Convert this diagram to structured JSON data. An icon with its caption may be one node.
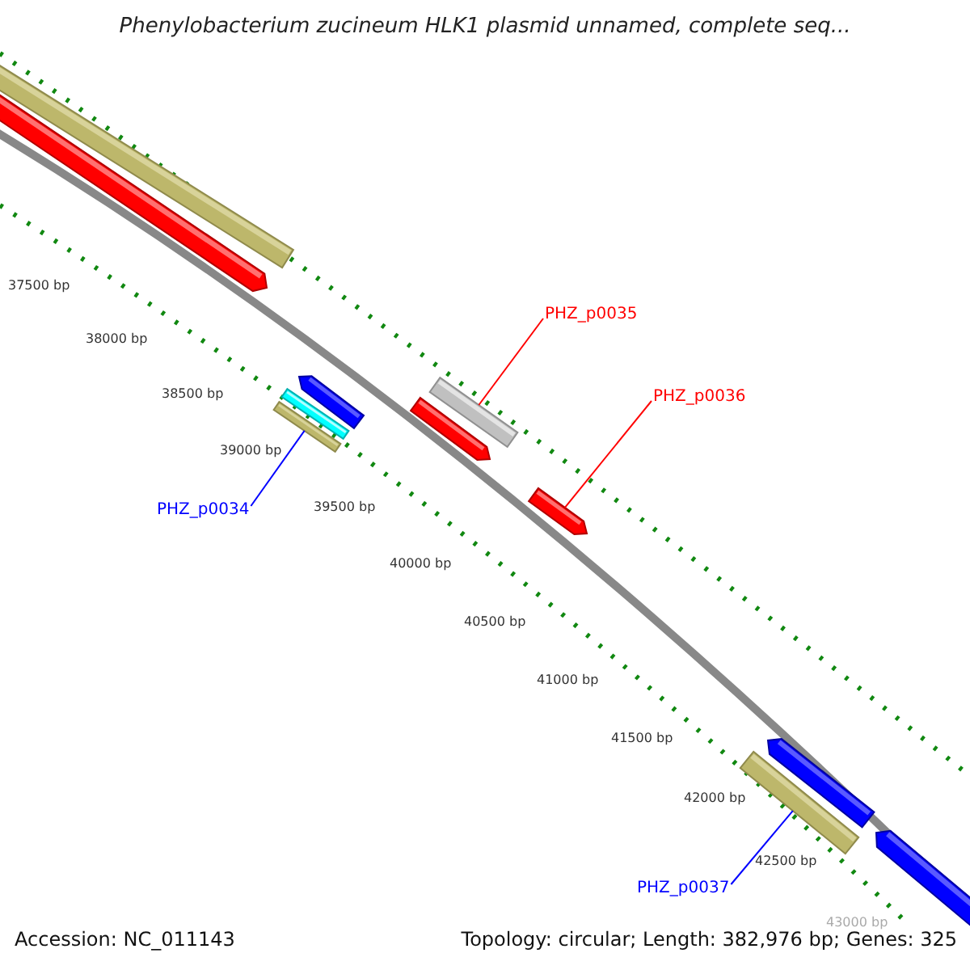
{
  "diagram": {
    "title": "Phenylobacterium zucineum HLK1 plasmid unnamed, complete seq...",
    "nodes": [
      {
        "text": [
          "PHZ_p0035"
        ]
      },
      {
        "text": [],
        "shape": "bar"
      },
      {
        "text": [
          "PHZ_p0036"
        ]
      },
      {
        "text": [],
        "shape": "bar"
      },
      {
        "text": [
          "PHZ_p0034"
        ]
      },
      {
        "text": [],
        "shape": "bar"
      },
      {
        "text": [
          "PHZ_p0037"
        ]
      },
      {
        "text": [],
        "shape": "bar"
      }
    ],
    "edges": [
      {
        "from": 0,
        "to": 1,
        "arrow": "none",
        "color": "#ff0000"
      },
      {
        "from": 2,
        "to": 3,
        "arrow": "none",
        "color": "#ff0000"
      },
      {
        "from": 4,
        "to": 5,
        "arrow": "none",
        "color": "#0000ff"
      },
      {
        "from": 6,
        "to": 7,
        "arrow": "none",
        "color": "#0000ff"
      }
    ],
    "labels": [
      "37500 bp",
      "38000 bp",
      "38500 bp",
      "39000 bp",
      "39500 bp",
      "40000 bp",
      "40500 bp",
      "41000 bp",
      "41500 bp",
      "42000 bp",
      "42500 bp",
      "43000 bp",
      "Accession: NC_011143",
      "Topology: circular; Length: 382,976 bp; Genes: 325"
    ]
  }
}
